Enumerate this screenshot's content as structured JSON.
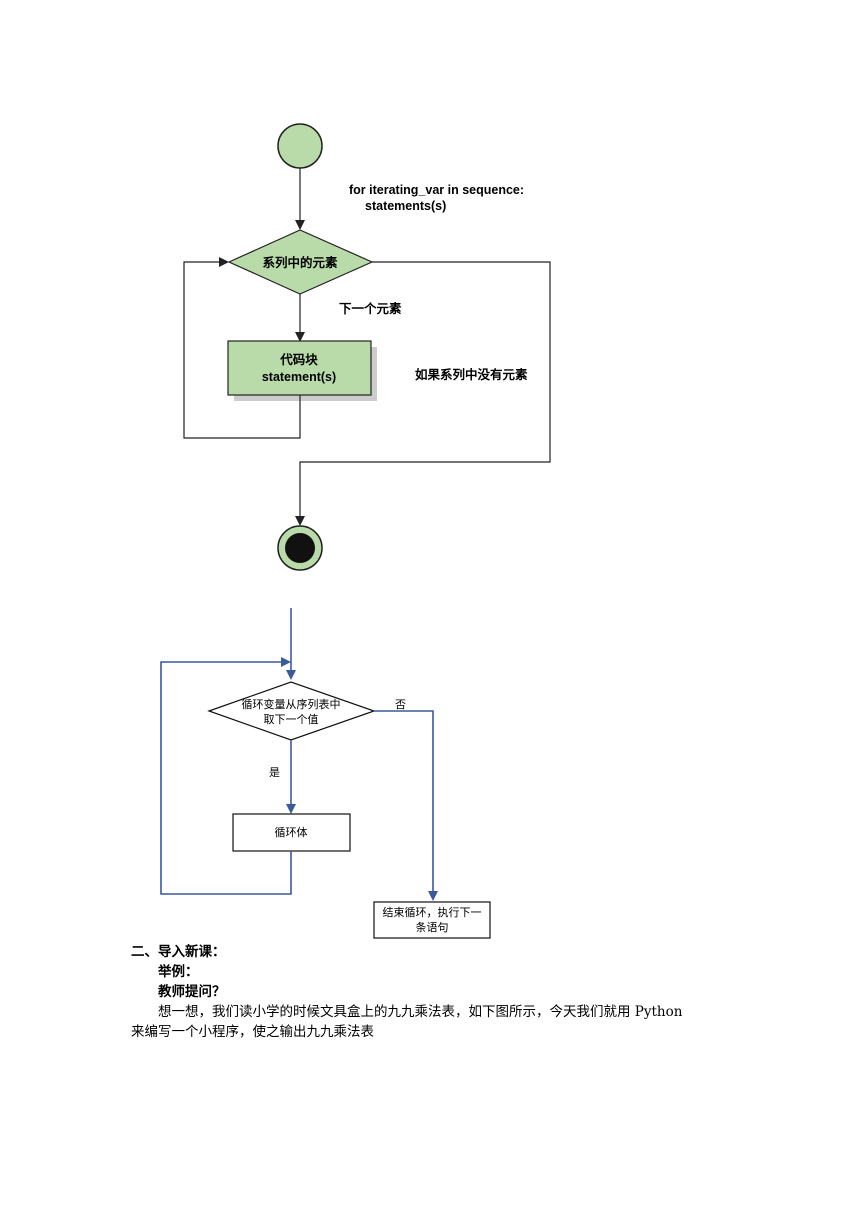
{
  "flowchart1": {
    "code_line1": "for iterating_var in sequence:",
    "code_line2": "statements(s)",
    "decision_label": "系列中的元素",
    "next_label": "下一个元素",
    "block_line1": "代码块",
    "block_line2": "statement(s)",
    "empty_label": "如果系列中没有元素",
    "colors": {
      "fill": "#b9dbaa",
      "stroke": "#222222",
      "shadow": "#cccccc"
    }
  },
  "flowchart2": {
    "decision_line1": "循环变量从序列表中",
    "decision_line2": "取下一个值",
    "no_label": "否",
    "yes_label": "是",
    "body_label": "循环体",
    "end_line1": "结束循环，执行下一",
    "end_line2": "条语句",
    "colors": {
      "line": "#3a5a9c"
    }
  },
  "text": {
    "heading": "二、导入新课：",
    "example": "举例：",
    "question": "教师提问？",
    "para_line1": "想一想，我们读小学的时候文具盒上的九九乘法表，如下图所示，今天我们就用 Python",
    "para_line2": "来编写一个小程序，使之输出九九乘法表"
  }
}
